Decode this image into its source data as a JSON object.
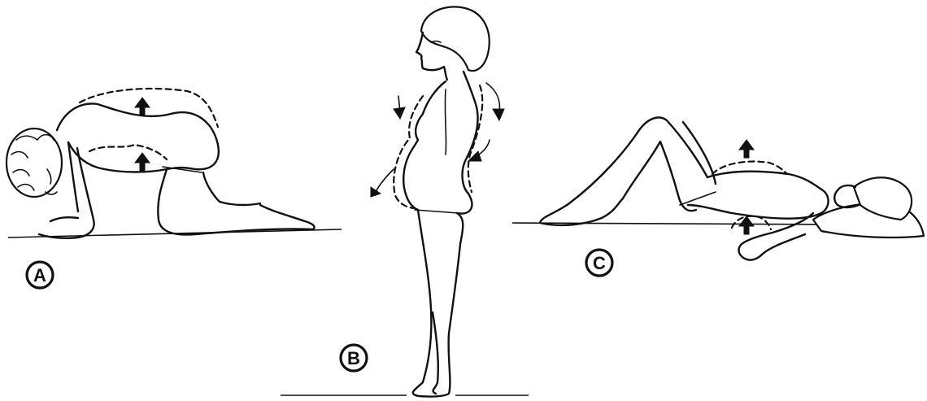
{
  "labels": {
    "a": "A",
    "b": "B",
    "c": "C"
  }
}
